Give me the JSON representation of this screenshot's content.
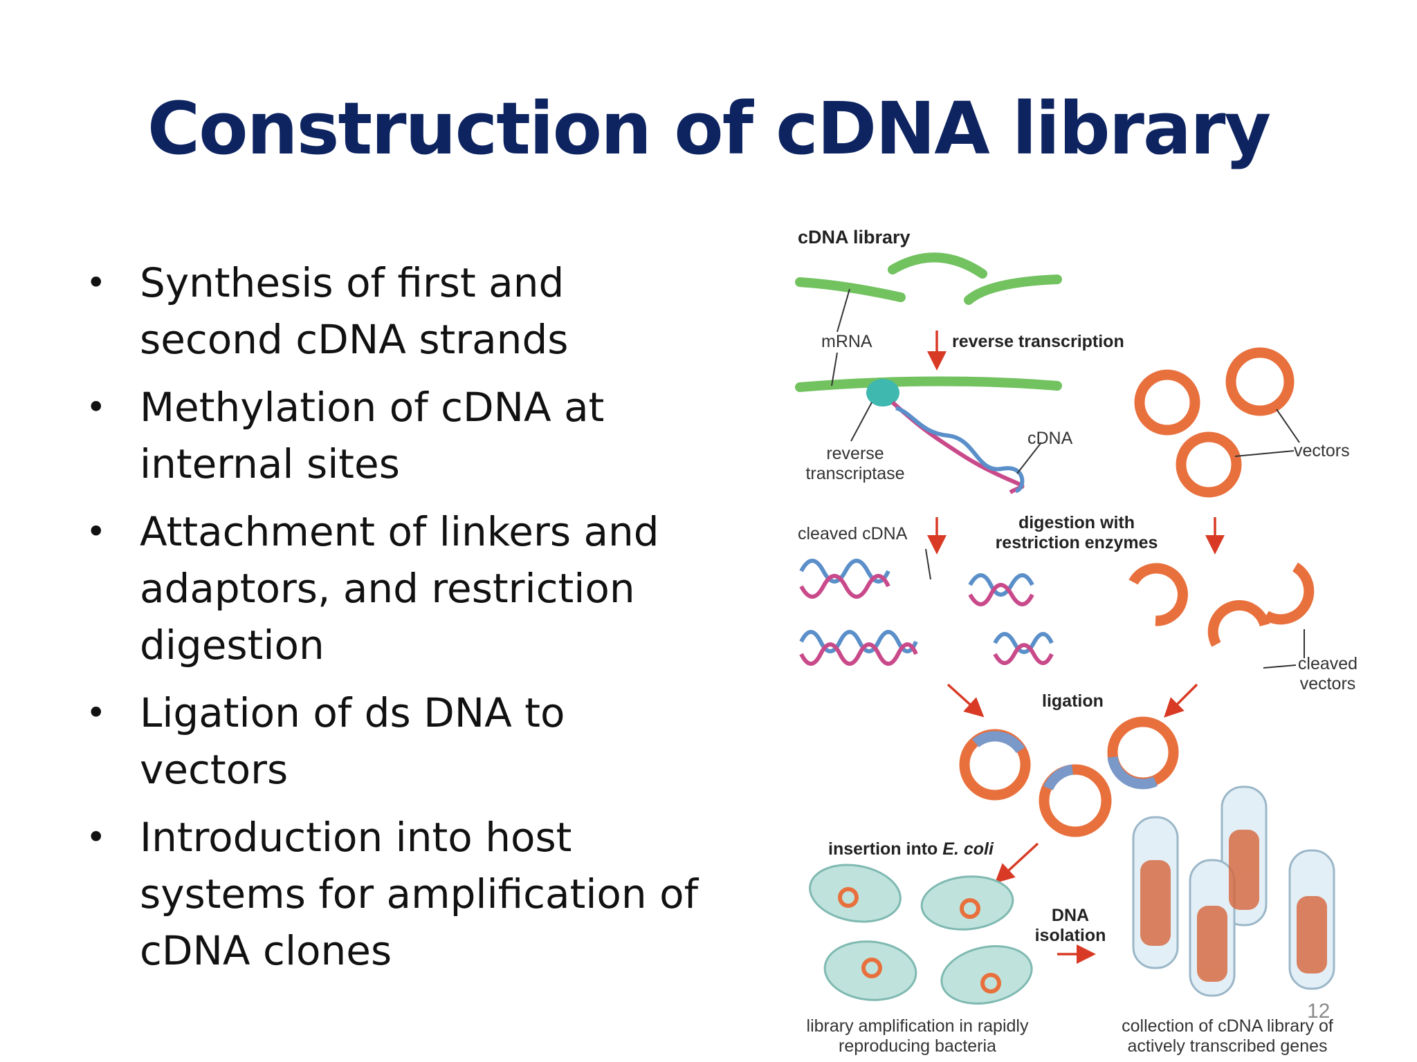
{
  "slide": {
    "title": "Construction of cDNA library",
    "bullets": [
      "Synthesis of first and second cDNA strands",
      "Methylation of cDNA  at internal sites",
      "Attachment of linkers and adaptors, and restriction digestion",
      "Ligation of ds DNA to vectors",
      "Introduction into host systems for amplification of cDNA clones"
    ],
    "bullet_glyph": "•",
    "page_number": "12"
  },
  "figure": {
    "heading": "cDNA library",
    "mrna": "mRNA",
    "reverse_transcription": "reverse transcription",
    "reverse_transcriptase_line1": "reverse",
    "reverse_transcriptase_line2": "transcriptase",
    "cdna": "cDNA",
    "vectors": "vectors",
    "cleaved_cdna": "cleaved cDNA",
    "digestion_line1": "digestion with",
    "digestion_line2": "restriction enzymes",
    "cleaved_vectors_line1": "cleaved",
    "cleaved_vectors_line2": "vectors",
    "ligation": "ligation",
    "insertion_prefix": "insertion into ",
    "insertion_italic": "E. coli",
    "dna_isolation_line1": "DNA",
    "dna_isolation_line2": "isolation",
    "amplification_line1": "library amplification in rapidly",
    "amplification_line2": "reproducing bacteria",
    "collection_line1": "collection of cDNA library of",
    "collection_line2": "actively transcribed genes"
  },
  "colors": {
    "title": "#0e2461",
    "mrna_green": "#72c260",
    "vector_orange": "#e8703d",
    "arrow_red": "#d83a25",
    "cdna_blue": "#5b8fc9",
    "bacteria": "#bfe3dc"
  }
}
